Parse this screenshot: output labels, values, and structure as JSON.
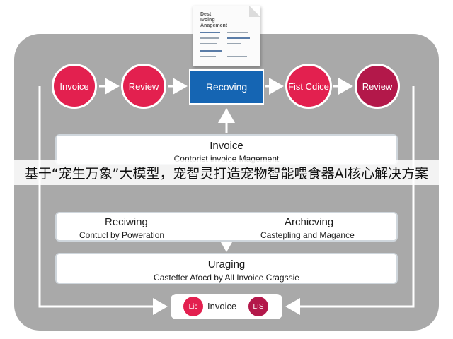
{
  "document": {
    "title_lines": [
      "Dest",
      "Ivoing",
      "Anagement"
    ]
  },
  "flow": {
    "steps": [
      {
        "label": "Invoice",
        "color": "#e3204f"
      },
      {
        "label": "Review",
        "color": "#e3204f"
      },
      {
        "label": "Recoving",
        "color": "#1565b3"
      },
      {
        "label": "Fist Cdice",
        "color": "#e3204f"
      },
      {
        "label": "Review",
        "color": "#b3184a"
      }
    ]
  },
  "cards": {
    "invoice": {
      "title": "Invoice",
      "subtitle": "Contprist invoice Magement"
    },
    "reciwing": {
      "title": "Reciwing",
      "subtitle": "Contucl by Poweration"
    },
    "archicving": {
      "title": "Archicving",
      "subtitle": "Castepling and Magance"
    },
    "uraging": {
      "title": "Uraging",
      "subtitle": "Casteffer Afocd by All Invoice Cragssie"
    }
  },
  "banner": {
    "text": "基于“宠生万象”大模型，宠智灵打造宠物智能喂食器AI核心解决方案"
  },
  "footer_pill": {
    "left_badge": "Lic",
    "label": "Invoice",
    "right_badge": "LIS"
  },
  "colors": {
    "panel": "#a9a9a9",
    "pink": "#e3204f",
    "maroon": "#b3184a",
    "blue": "#1565b3"
  }
}
